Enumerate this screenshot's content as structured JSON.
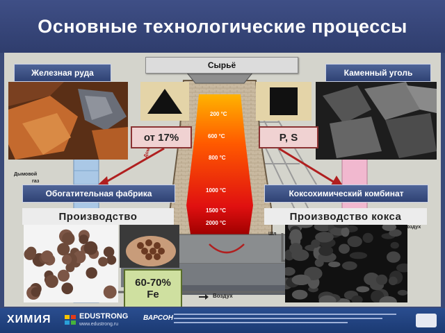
{
  "header": {
    "title": "Основные технологические процессы"
  },
  "boxes": {
    "raw": "Сырьё",
    "iron_ore": "Железная руда",
    "coal": "Каменный уголь",
    "fe_content": "от 17%",
    "impurities": "P, S",
    "beneficiation": "Обогатительная фабрика",
    "coke_plant": "Коксохимический комбинат",
    "production_left": "Производство",
    "production_coke": "Производство кокса",
    "fe_result_percent": "60-70%",
    "fe_result_symbol": "Fe"
  },
  "furnace": {
    "temps": [
      "200 °C",
      "600 °C",
      "800 °C",
      "1000 °C",
      "1500 °C",
      "2000 °C"
    ],
    "labels": {
      "flue_gas_1": "Дымовой",
      "flue_gas_2": "газ",
      "air_bottom": "Воздух",
      "air_right": "воздух",
      "domain_gas": "Доменный",
      "slag": "Шл"
    }
  },
  "footer": {
    "brand_1": "ХИМИЯ",
    "brand_2": "EDUSTRONG",
    "brand_url": "www.edustrong.ru",
    "logo": "ВАРСОН"
  },
  "colors": {
    "header": "#3f4f86",
    "accent_red": "#b01f1f",
    "slide_bg": "#d4d4cc",
    "footer": "#1b3a73"
  }
}
